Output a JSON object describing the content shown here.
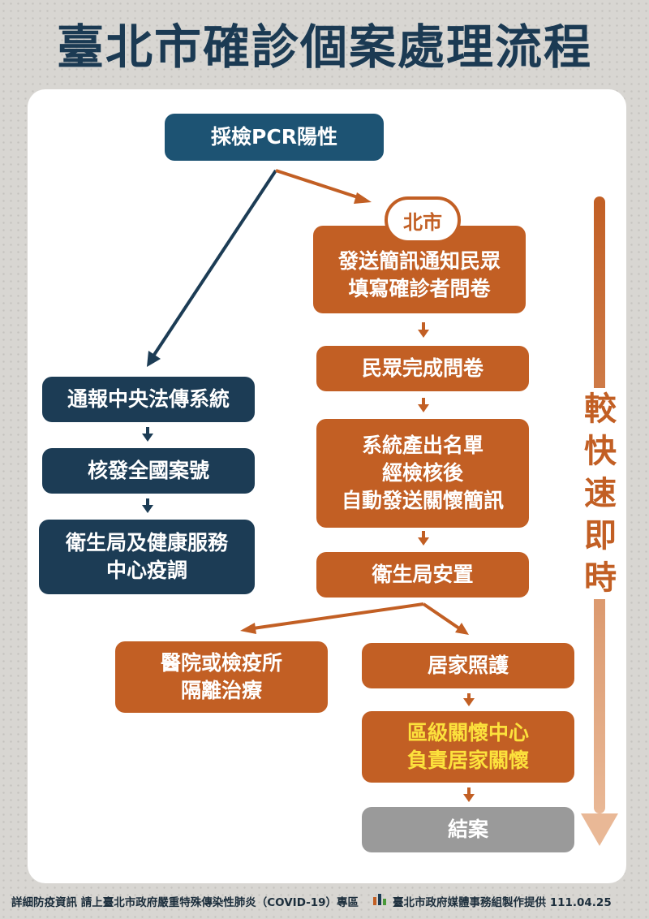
{
  "title": "臺北市確診個案處理流程",
  "start_box": "採檢PCR陽性",
  "right_badge": "北市",
  "right_steps": {
    "sms": [
      "發送簡訊通知民眾",
      "填寫確診者問卷"
    ],
    "questionnaire": "民眾完成問卷",
    "system": [
      "系統產出名單",
      "經檢核後",
      "自動發送關懷簡訊"
    ],
    "placement": "衛生局安置"
  },
  "left_steps": {
    "report": "通報中央法傳系統",
    "case_number": "核發全國案號",
    "investigation": [
      "衛生局及健康服務",
      "中心疫調"
    ]
  },
  "branch": {
    "hospital": [
      "醫院或檢疫所",
      "隔離治療"
    ],
    "home_care": "居家照護",
    "district_center": [
      "區級關懷中心",
      "負責居家關懷"
    ],
    "closed": "結案"
  },
  "speed_label": "較快速即時",
  "footer": {
    "left": "詳細防疫資訊 請上臺北市政府嚴重特殊傳染性肺炎（COVID-19）專區",
    "right": "臺北市政府媒體事務組製作提供 111.04.25"
  },
  "colors": {
    "navy": "#1c3c55",
    "orange": "#c25f24",
    "highlight_yellow": "#fce13c",
    "gray": "#9a9a9a"
  }
}
